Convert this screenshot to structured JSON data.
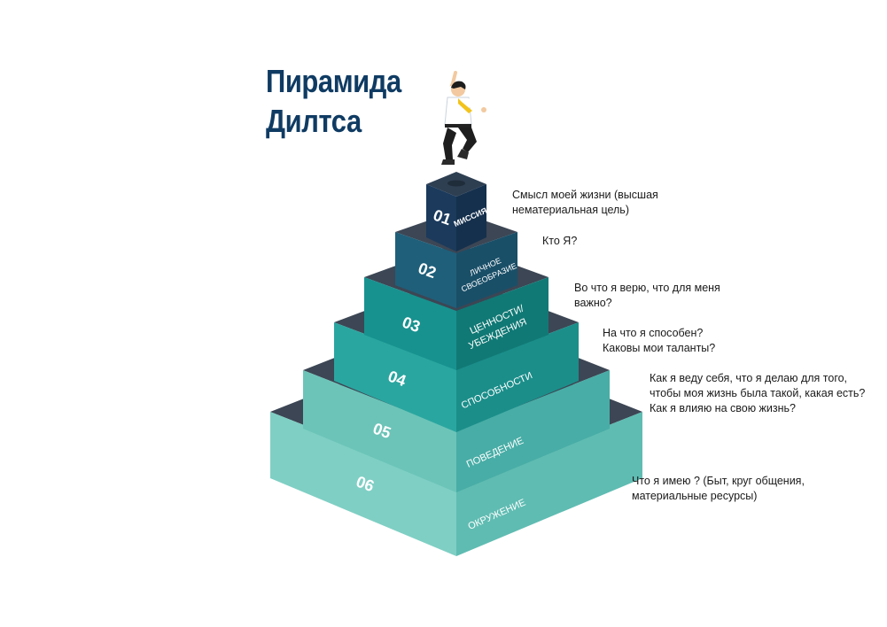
{
  "title": {
    "line1": "Пирамида",
    "line2": "Дилтса"
  },
  "colors": {
    "title": "#0f3b63",
    "level1": "#1b3a5c",
    "level2": "#1f5f7a",
    "level3": "#168f8c",
    "level4": "#23a5a0",
    "level5": "#5dbfb5",
    "level6": "#7fcfc4",
    "ledge": "#3c4654"
  },
  "levels": [
    {
      "number": "01",
      "name_lines": [
        "МИССИЯ"
      ],
      "description_lines": [
        "Смысл моей жизни (высшая",
        "нематериальная цель)"
      ]
    },
    {
      "number": "02",
      "name_lines": [
        "ЛИЧНОЕ",
        "СВОЕОБРАЗИЕ"
      ],
      "description_lines": [
        "Кто Я?"
      ]
    },
    {
      "number": "03",
      "name_lines": [
        "ЦЕННОСТИ/",
        "УБЕЖДЕНИЯ"
      ],
      "description_lines": [
        "Во что я верю, что для меня",
        "важно?"
      ]
    },
    {
      "number": "04",
      "name_lines": [
        "СПОСОБНОСТИ"
      ],
      "description_lines": [
        "На что я способен?",
        "Каковы мои таланты?"
      ]
    },
    {
      "number": "05",
      "name_lines": [
        "ПОВЕДЕНИЕ"
      ],
      "description_lines": [
        "Как я веду себя, что я делаю для того,",
        "чтобы моя жизнь была такой, какая есть?",
        "Как я влияю на свою жизнь?"
      ]
    },
    {
      "number": "06",
      "name_lines": [
        "ОКРУЖЕНИЕ"
      ],
      "description_lines": [
        "Что я имею ? (Быт, круг общения,",
        "материальные ресурсы)"
      ]
    }
  ]
}
